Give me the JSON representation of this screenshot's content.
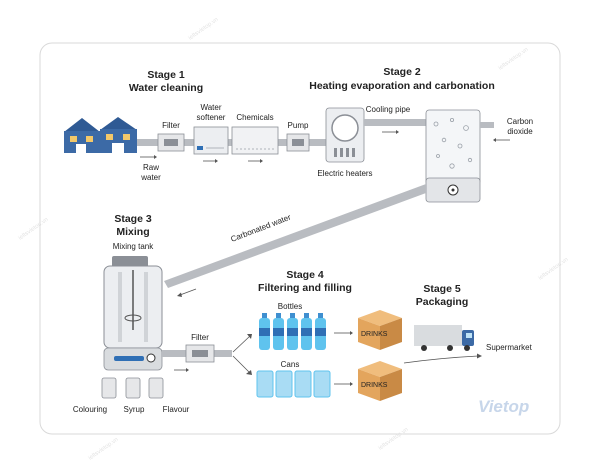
{
  "stages": [
    {
      "title": "Stage 1",
      "name": "Water cleaning"
    },
    {
      "title": "Stage 2",
      "name": "Heating evaporation and carbonation"
    },
    {
      "title": "Stage 3",
      "name": "Mixing"
    },
    {
      "title": "Stage 4",
      "name": "Filtering and filling"
    },
    {
      "title": "Stage 5",
      "name": "Packaging"
    }
  ],
  "labels": {
    "filter_1": "Filter",
    "raw_water_1": "Raw",
    "raw_water_2": "water",
    "water_softener_1": "Water",
    "water_softener_2": "softener",
    "chemicals": "Chemicals",
    "pump": "Pump",
    "cooling_pipe": "Cooling pipe",
    "electric_heaters": "Electric heaters",
    "carbon_dioxide_1": "Carbon",
    "carbon_dioxide_2": "dioxide",
    "carbonated_water": "Carbonated water",
    "mixing_tank": "Mixing tank",
    "filter_2": "Filter",
    "bottles": "Bottles",
    "cans": "Cans",
    "colouring": "Colouring",
    "syrup": "Syrup",
    "flavour": "Flavour",
    "supermarket": "Supermarket",
    "box_text": "DRINKS"
  },
  "logo": "Vietop",
  "watermark": "ieltsvietop.vn",
  "colors": {
    "pipe": "#b9bcc1",
    "pipe_dark": "#8b8f96",
    "building_blue": "#3c6aa6",
    "water_blue": "#5fc3ee",
    "box_orange": "#e3a55d",
    "truck_blue": "#3c6aa6"
  }
}
